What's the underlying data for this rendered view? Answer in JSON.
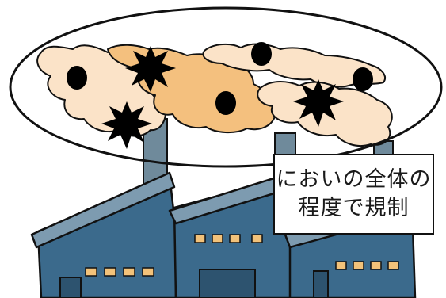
{
  "label": {
    "line1": "においの全体の",
    "line2": "程度で規制"
  },
  "colors": {
    "factory": "#3b6a8c",
    "factory_dark": "#2d536f",
    "roof": "#4a7897",
    "window": "#f2c27a",
    "chimney": "#6f8a9b",
    "smoke_light": "#fbe3c8",
    "smoke_dark": "#f4c07e",
    "odor_marker": "#000000",
    "outline": "#111111"
  },
  "legend_concept": {
    "odor_particles_round": 4,
    "odor_particles_star": 3
  }
}
